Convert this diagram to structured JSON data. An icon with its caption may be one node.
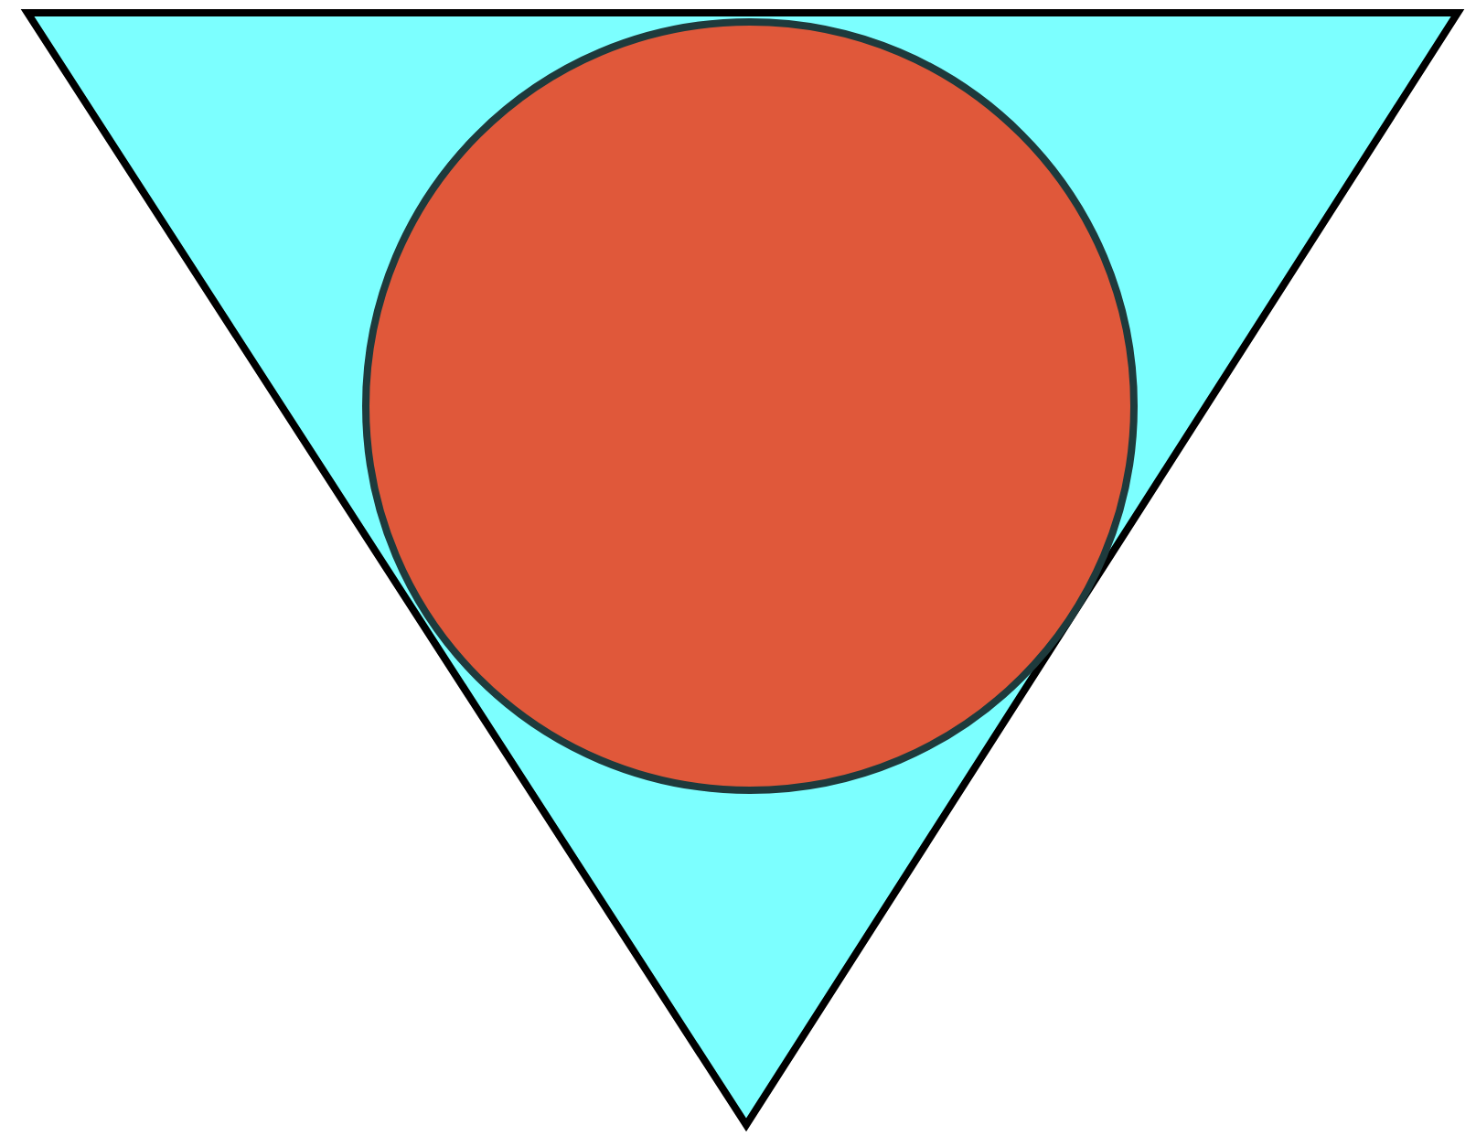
{
  "diagram": {
    "nodes": [
      {
        "text": [],
        "shape": "triangle"
      },
      {
        "text": [],
        "shape": "circle",
        "in": 0
      }
    ]
  }
}
